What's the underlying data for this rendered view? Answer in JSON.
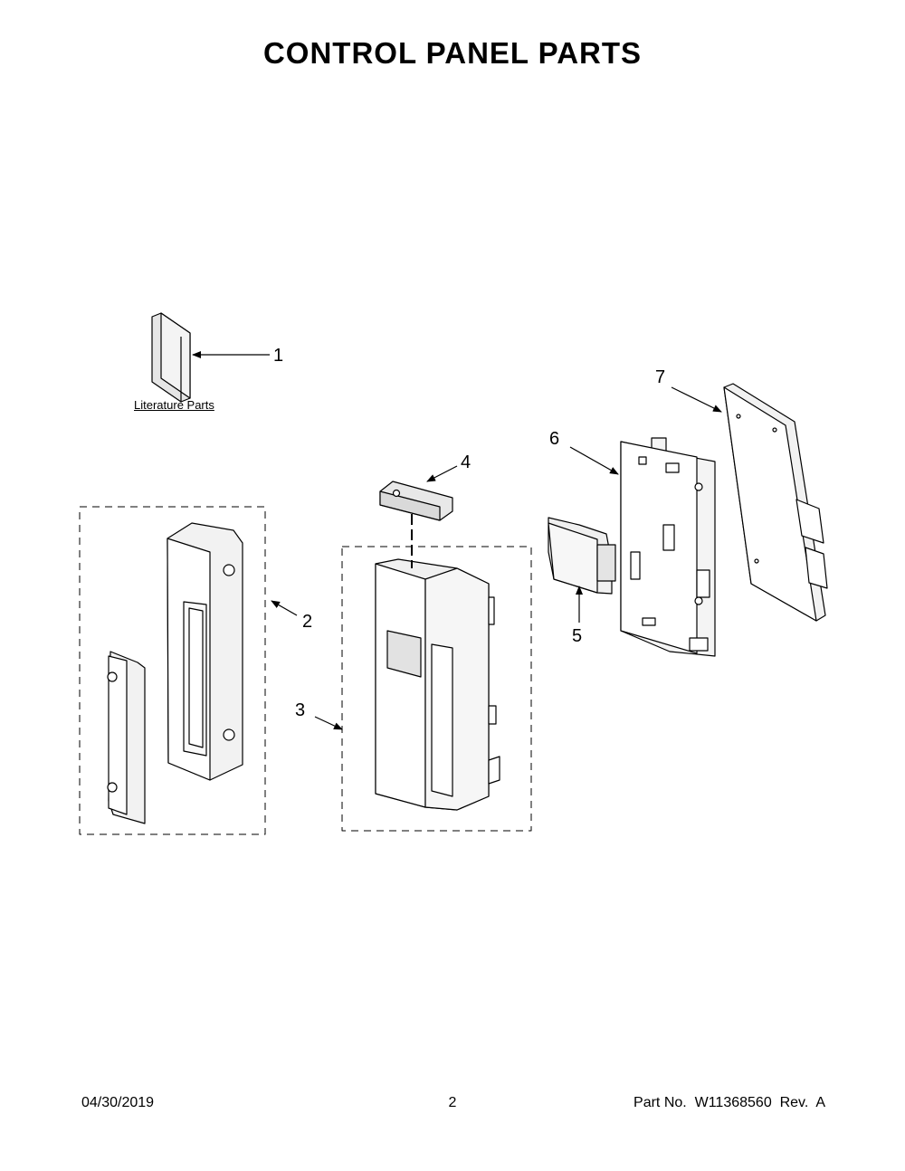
{
  "title": "CONTROL PANEL PARTS",
  "literature_label": "Literature Parts",
  "callouts": [
    "1",
    "2",
    "3",
    "4",
    "5",
    "6",
    "7"
  ],
  "footer": {
    "date": "04/30/2019",
    "page": "2",
    "part": "Part No.  W11368560  Rev.  A"
  }
}
